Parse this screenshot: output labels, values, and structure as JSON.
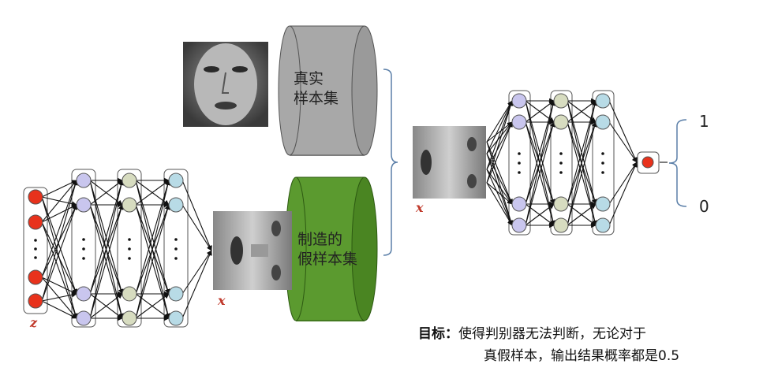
{
  "cylinders": {
    "real_line1": "真实",
    "real_line2": "样本集",
    "fake_line1": "制造的",
    "fake_line2": "假样本集"
  },
  "variables": {
    "z": "z",
    "x_generated": "x",
    "x_input": "x"
  },
  "outputs": {
    "one": "1",
    "zero": "0"
  },
  "goal": {
    "label": "目标：",
    "line1": "使得判别器无法判断，无论对于",
    "line2": "真假样本，输出结果概率都是0.5"
  },
  "colors": {
    "input_node": "#e8321c",
    "node_purple": "#c9c6ee",
    "node_olive": "#d7dcc0",
    "node_cyan": "#b8dbe6",
    "real_cylinder": "#a8a8a8",
    "fake_cylinder": "#5b9a2f"
  }
}
